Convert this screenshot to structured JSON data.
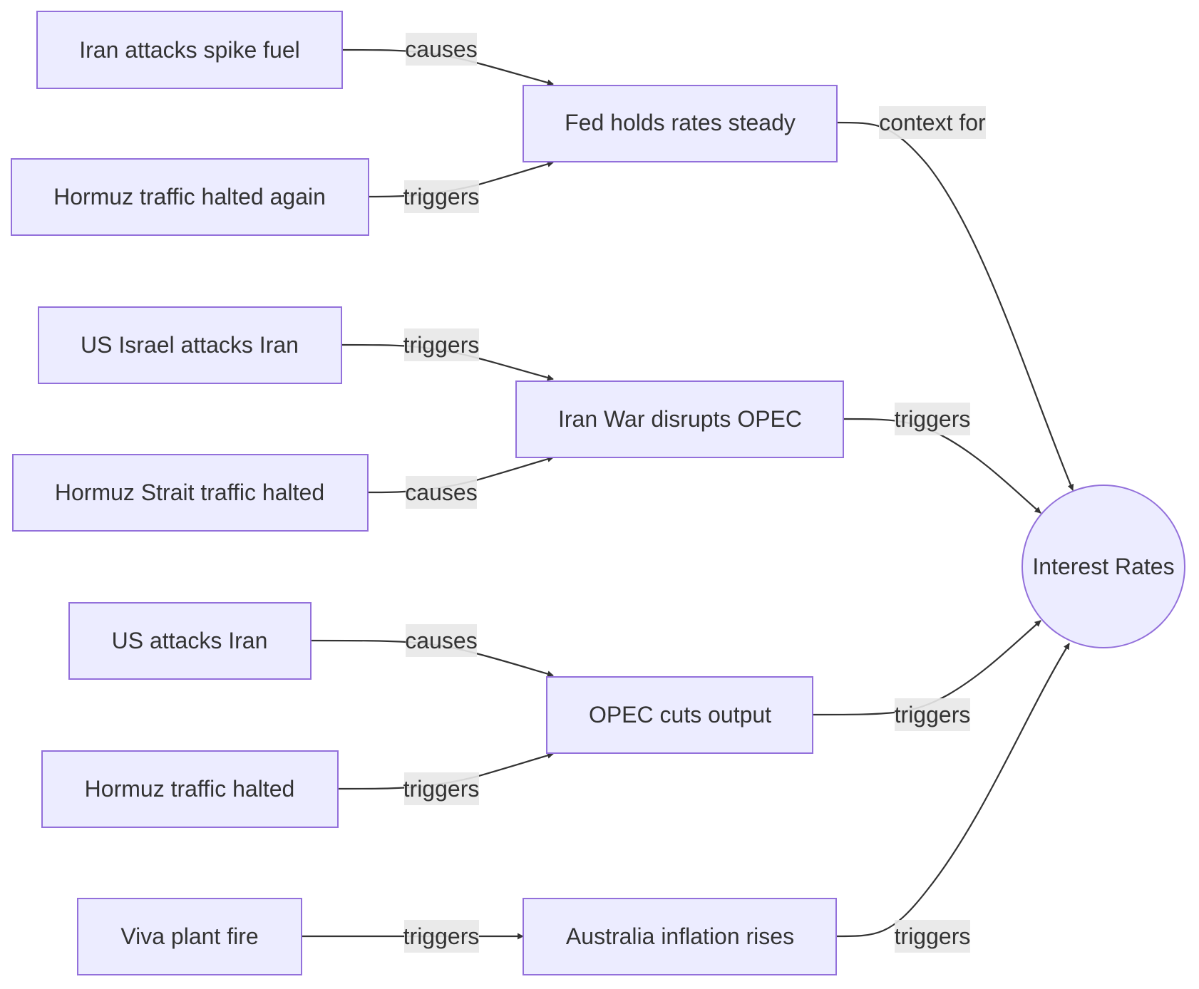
{
  "nodes": {
    "n_iran_fuel": "Iran attacks spike fuel",
    "n_hormuz_again": "Hormuz traffic halted again",
    "n_us_israel": "US Israel attacks Iran",
    "n_hormuz_strait": "Hormuz Strait traffic halted",
    "n_us_attacks": "US attacks Iran",
    "n_hormuz_halted": "Hormuz traffic halted",
    "n_viva": "Viva plant fire",
    "n_fed": "Fed holds rates steady",
    "n_iran_war": "Iran War disrupts OPEC",
    "n_opec": "OPEC cuts output",
    "n_australia": "Australia inflation rises",
    "n_interest": "Interest Rates"
  },
  "edges": [
    {
      "from": "n_iran_fuel",
      "to": "n_fed",
      "label": "causes"
    },
    {
      "from": "n_hormuz_again",
      "to": "n_fed",
      "label": "triggers"
    },
    {
      "from": "n_us_israel",
      "to": "n_iran_war",
      "label": "triggers"
    },
    {
      "from": "n_hormuz_strait",
      "to": "n_iran_war",
      "label": "causes"
    },
    {
      "from": "n_us_attacks",
      "to": "n_opec",
      "label": "causes"
    },
    {
      "from": "n_hormuz_halted",
      "to": "n_opec",
      "label": "triggers"
    },
    {
      "from": "n_viva",
      "to": "n_australia",
      "label": "triggers"
    },
    {
      "from": "n_fed",
      "to": "n_interest",
      "label": "context for"
    },
    {
      "from": "n_iran_war",
      "to": "n_interest",
      "label": "triggers"
    },
    {
      "from": "n_opec",
      "to": "n_interest",
      "label": "triggers"
    },
    {
      "from": "n_australia",
      "to": "n_interest",
      "label": "triggers"
    }
  ],
  "colors": {
    "node_fill": "#ECECFF",
    "node_stroke": "#9370DB",
    "edge": "#333333",
    "label_bg": "#E8E8E8",
    "text": "#333333"
  }
}
